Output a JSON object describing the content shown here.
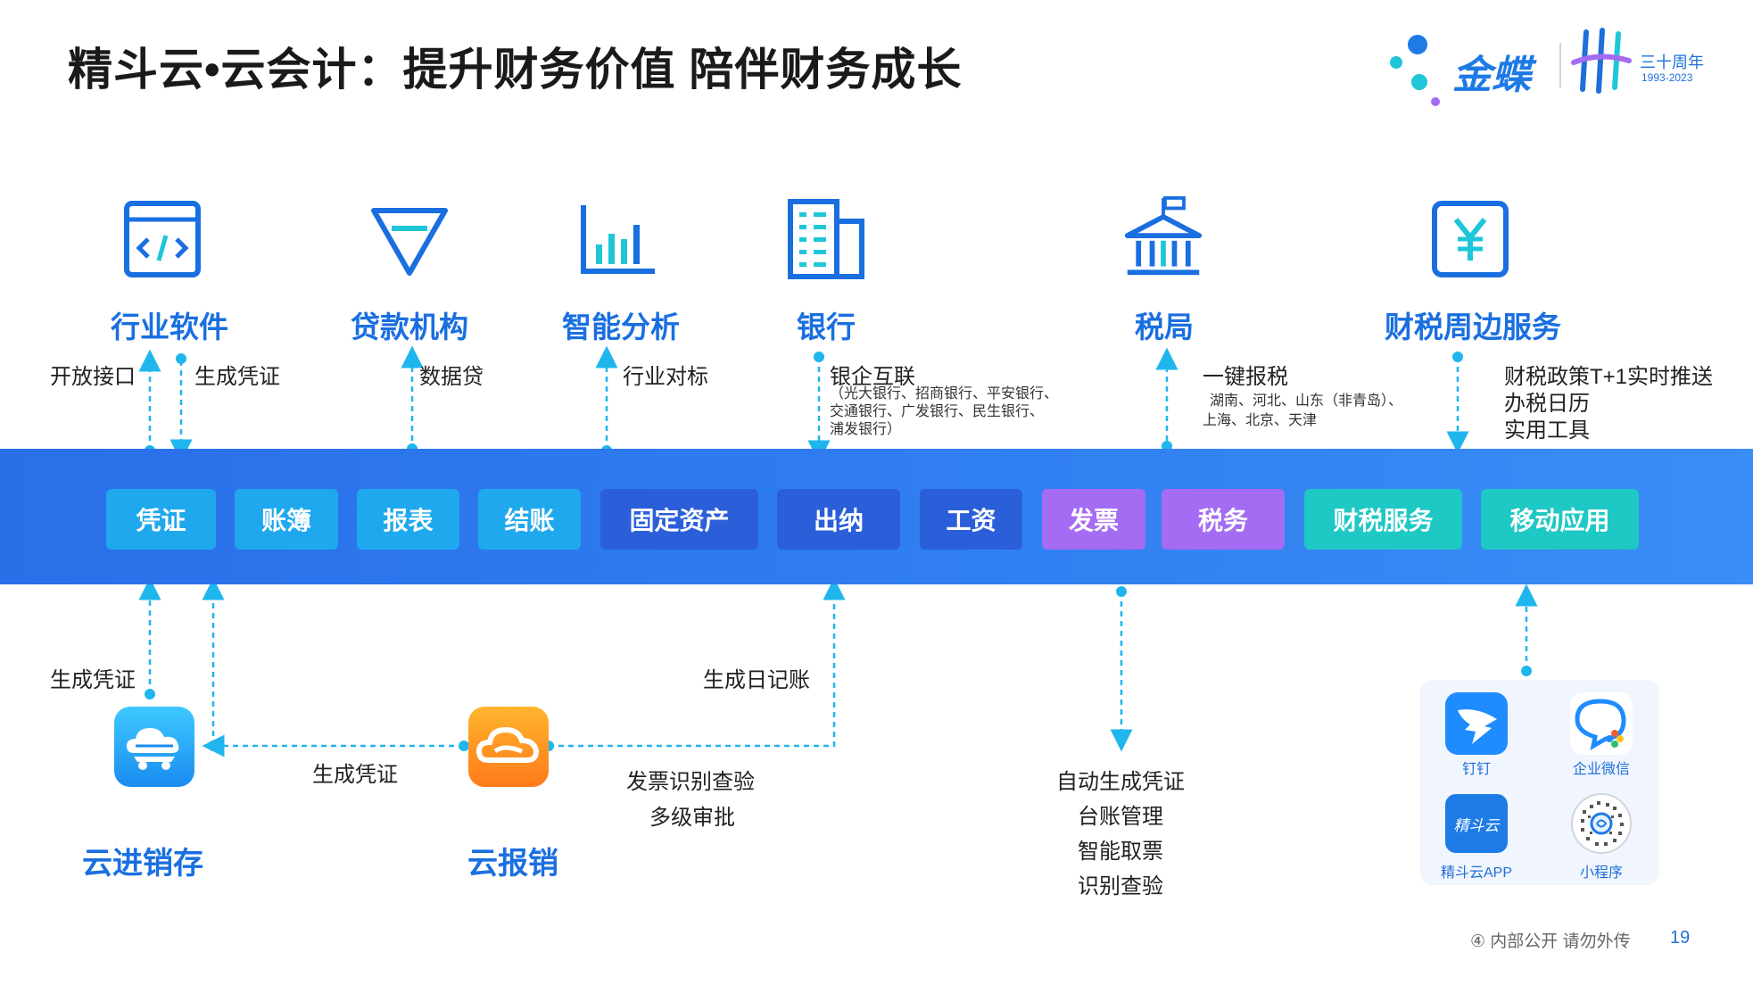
{
  "title": "精斗云•云会计：提升财务价值 陪伴财务成长",
  "logo": {
    "brand": "金蝶",
    "anniversary": "三十周年",
    "years": "1993-2023"
  },
  "categories": [
    {
      "label": "行业软件",
      "icon": "code-window-icon"
    },
    {
      "label": "贷款机构",
      "icon": "diamond-icon"
    },
    {
      "label": "智能分析",
      "icon": "bar-chart-icon"
    },
    {
      "label": "银行",
      "icon": "building-icon"
    },
    {
      "label": "税局",
      "icon": "government-building-icon"
    },
    {
      "label": "财税周边服务",
      "icon": "yen-icon"
    }
  ],
  "top_flows": {
    "industry_left": "开放接口",
    "industry_right": "生成凭证",
    "loan": "数据贷",
    "analysis": "行业对标",
    "bank_title": "银企互联",
    "bank_detail": [
      "（光大银行、招商银行、平安银行、",
      "交通银行、广发银行、民生银行、",
      "浦发银行）"
    ],
    "tax_title": "一键报税",
    "tax_detail": [
      "湖南、河北、山东（非青岛）、",
      "上海、北京、天津"
    ],
    "service_lines": [
      "财税政策T+1实时推送",
      "办税日历",
      "实用工具"
    ]
  },
  "modules": [
    "凭证",
    "账簿",
    "报表",
    "结账",
    "固定资产",
    "出纳",
    "工资",
    "发票",
    "税务",
    "财税服务",
    "移动应用"
  ],
  "bottom_flows": {
    "inventory_voucher": "生成凭证",
    "expense_voucher": "生成凭证",
    "journal": "生成日记账",
    "expense_features": [
      "发票识别查验",
      "多级审批"
    ],
    "invoice_features": [
      "自动生成凭证",
      "台账管理",
      "智能取票",
      "识别查验"
    ]
  },
  "apps": {
    "inventory": "云进销存",
    "expense": "云报销"
  },
  "mobile_apps": [
    {
      "label": "钉钉",
      "icon": "dingtalk-icon"
    },
    {
      "label": "企业微信",
      "icon": "wecom-icon"
    },
    {
      "label": "精斗云APP",
      "icon": "jdy-app-icon",
      "badge": "精斗云"
    },
    {
      "label": "小程序",
      "icon": "mini-program-qr-icon"
    }
  ],
  "footer": {
    "text": "④ 内部公开 请勿外传",
    "page": "19"
  },
  "colors": {
    "accent": "#1a6fe0",
    "band": "#2f7df0",
    "cyan": "#1fa8ee",
    "blue": "#2b5fd9",
    "purple": "#a46cf2",
    "teal": "#1ec8c4",
    "connector": "#1fb6ee"
  }
}
